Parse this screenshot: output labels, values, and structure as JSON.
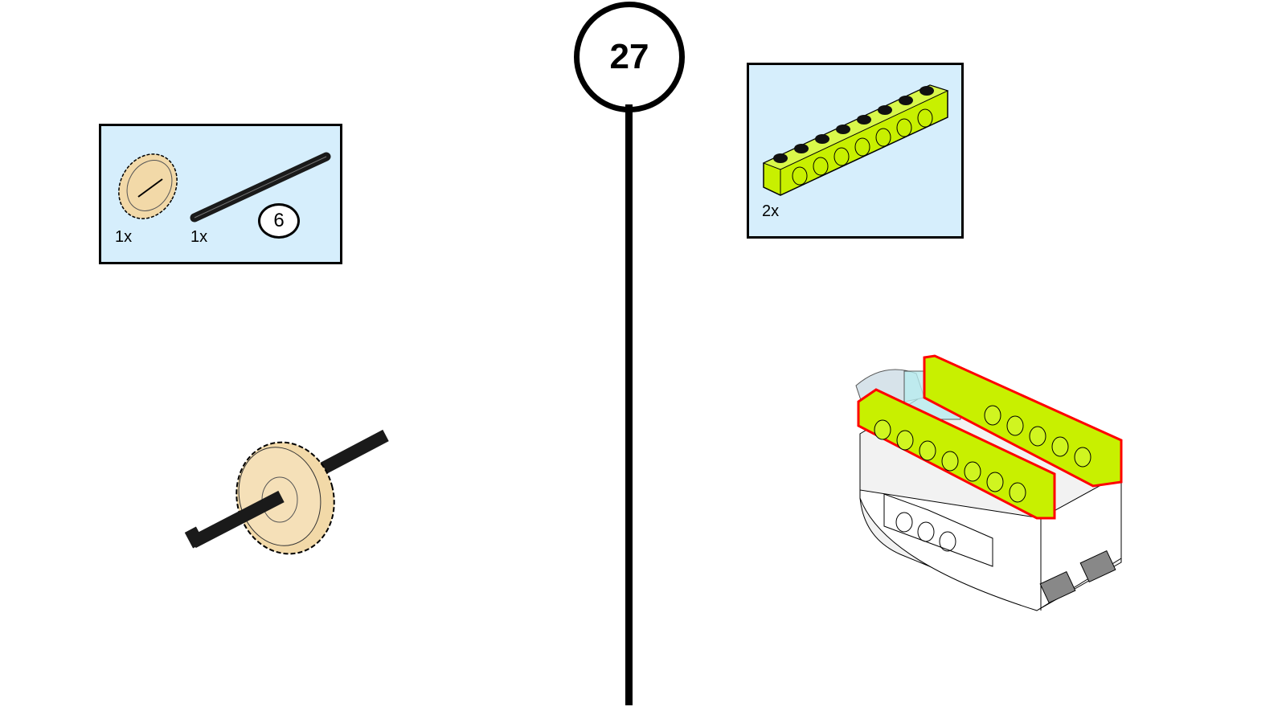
{
  "step": {
    "number": "27"
  },
  "left_parts_callout": {
    "items": [
      {
        "part": "gear-20-tooth-bevel",
        "quantity": "1x"
      },
      {
        "part": "axle",
        "quantity": "1x",
        "length": "6"
      }
    ]
  },
  "right_parts_callout": {
    "items": [
      {
        "part": "technic-beam-1x8",
        "quantity": "2x"
      }
    ]
  },
  "colors": {
    "callout_bg": "#d6eefc",
    "lime": "#c8f000",
    "tan": "#f2d9a8",
    "highlight": "#ff0000"
  }
}
